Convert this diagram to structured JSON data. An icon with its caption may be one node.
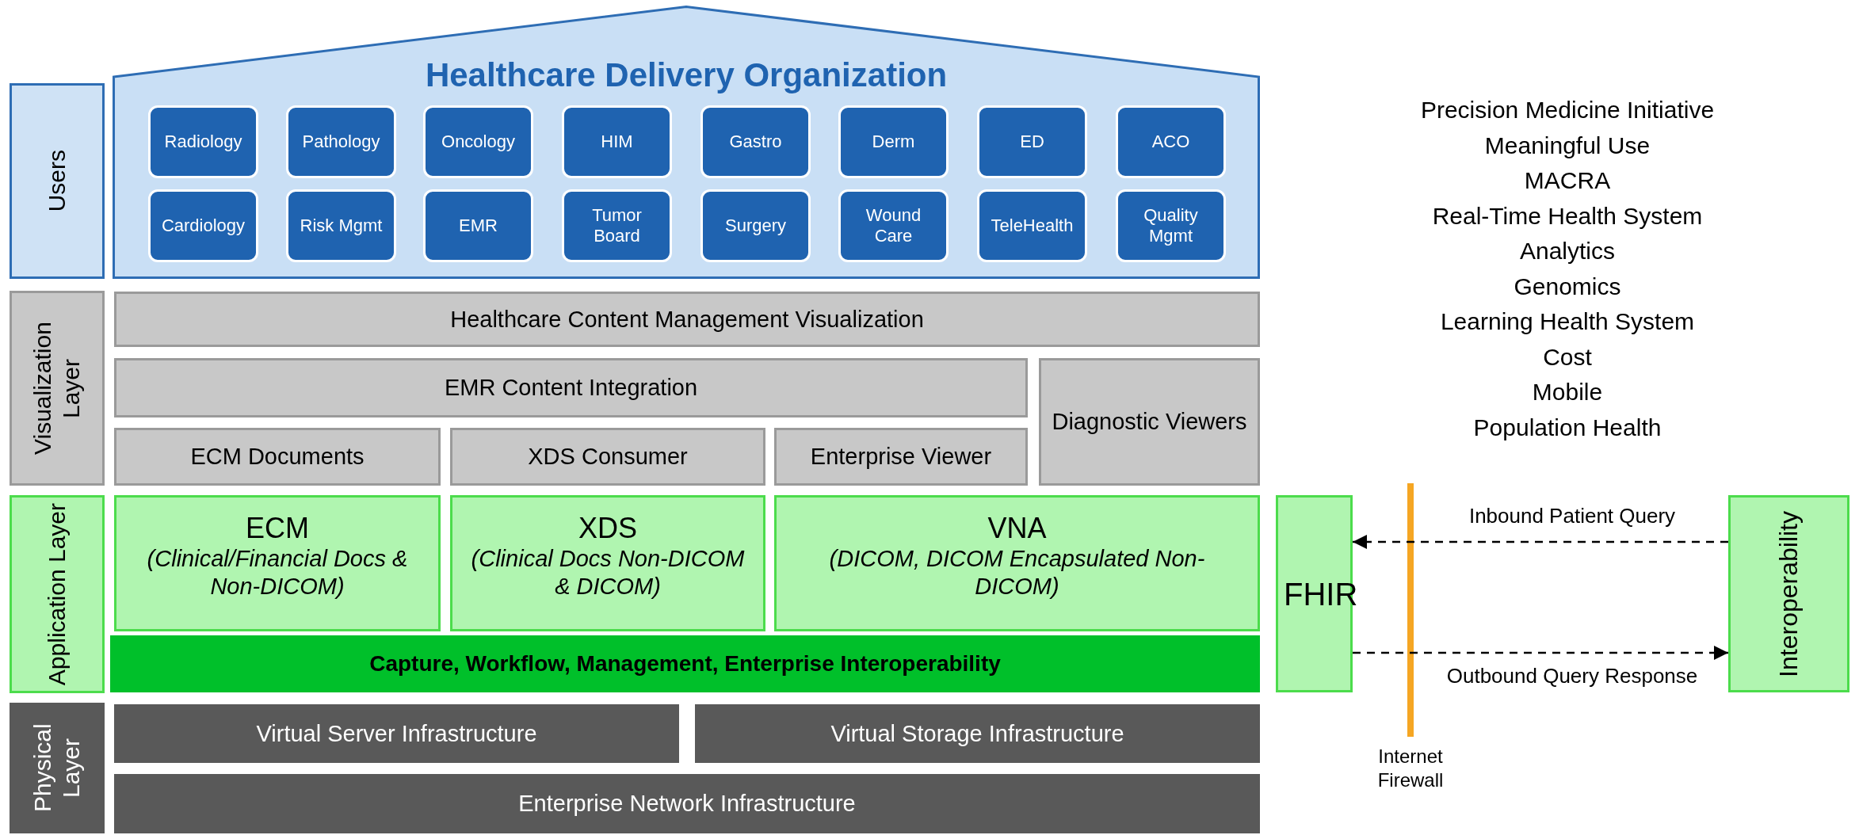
{
  "diagram": {
    "nodes": [
      {
        "text": [
          "Users"
        ]
      },
      {
        "text": [
          "Healthcare Delivery Organization"
        ]
      },
      {
        "text": [
          "Radiology"
        ],
        "in": 1
      },
      {
        "text": [
          "Pathology"
        ],
        "in": 1
      },
      {
        "text": [
          "Oncology"
        ],
        "in": 1
      },
      {
        "text": [
          "HIM"
        ],
        "in": 1
      },
      {
        "text": [
          "Gastro"
        ],
        "in": 1
      },
      {
        "text": [
          "Derm"
        ],
        "in": 1
      },
      {
        "text": [
          "ED"
        ],
        "in": 1
      },
      {
        "text": [
          "ACO"
        ],
        "in": 1
      },
      {
        "text": [
          "Cardiology"
        ],
        "in": 1
      },
      {
        "text": [
          "Risk Mgmt"
        ],
        "in": 1
      },
      {
        "text": [
          "EMR"
        ],
        "in": 1
      },
      {
        "text": [
          "Tumor Board"
        ],
        "in": 1
      },
      {
        "text": [
          "Surgery"
        ],
        "in": 1
      },
      {
        "text": [
          "Wound Care"
        ],
        "in": 1
      },
      {
        "text": [
          "TeleHealth"
        ],
        "in": 1
      },
      {
        "text": [
          "Quality Mgmt"
        ],
        "in": 1
      },
      {
        "text": [
          "Visualization Layer"
        ]
      },
      {
        "text": [
          "Healthcare Content Management Visualization"
        ]
      },
      {
        "text": [
          "EMR Content Integration"
        ]
      },
      {
        "text": [
          "Diagnostic Viewers"
        ]
      },
      {
        "text": [
          "ECM Documents"
        ]
      },
      {
        "text": [
          "XDS Consumer"
        ]
      },
      {
        "text": [
          "Enterprise Viewer"
        ]
      },
      {
        "text": [
          "Application Layer"
        ]
      },
      {
        "text": [
          "ECM",
          "(Clinical/Financial Docs & Non-DICOM)"
        ]
      },
      {
        "text": [
          "XDS",
          "(Clinical Docs Non-DICOM & DICOM)"
        ]
      },
      {
        "text": [
          "VNA",
          "(DICOM, DICOM Encapsulated Non-DICOM)"
        ]
      },
      {
        "text": [
          "Capture, Workflow, Management, Enterprise Interoperability"
        ]
      },
      {
        "text": [
          "FHIR"
        ]
      },
      {
        "text": [
          "Interoperability"
        ]
      },
      {
        "text": [
          "Physical Layer"
        ]
      },
      {
        "text": [
          "Virtual Server Infrastructure"
        ]
      },
      {
        "text": [
          "Virtual Storage Infrastructure"
        ]
      },
      {
        "text": [
          "Enterprise Network Infrastructure"
        ]
      }
    ],
    "edges": [
      {
        "from": 31,
        "to": 30,
        "arrow": "to",
        "label": "Inbound Patient Query",
        "style": "dashed"
      },
      {
        "from": 30,
        "to": 31,
        "arrow": "to",
        "label": "Outbound Query Response",
        "style": "dashed"
      }
    ],
    "labels": [
      "Precision Medicine Initiative",
      "Meaningful Use",
      "MACRA",
      "Real-Time Health System",
      "Analytics",
      "Genomics",
      "Learning Health System",
      "Cost",
      "Mobile",
      "Population Health",
      "Internet Firewall"
    ]
  }
}
